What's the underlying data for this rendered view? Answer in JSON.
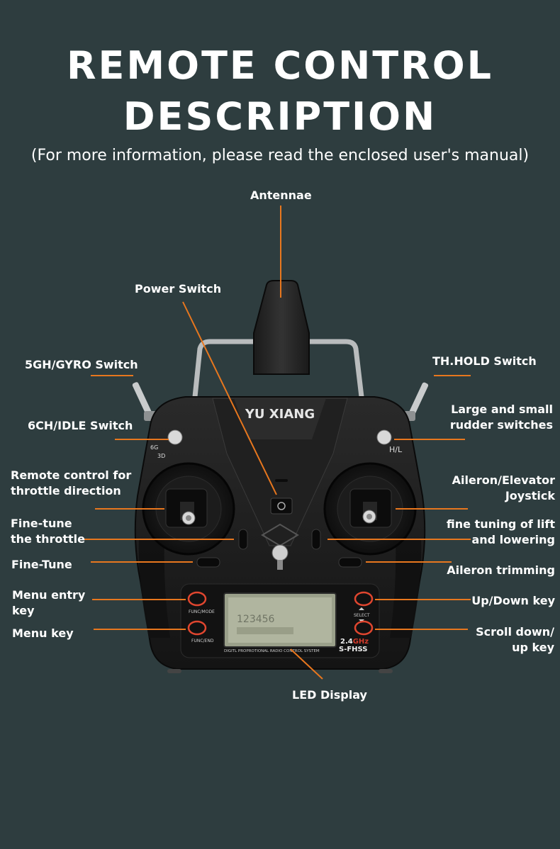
{
  "header": {
    "title_line1": "REMOTE CONTROL",
    "title_line2": "DESCRIPTION",
    "subtitle": "(For more information, please read the enclosed user's manual)"
  },
  "device": {
    "brand": "YU XIANG",
    "switch_6g": "6G",
    "switch_3d": "3D",
    "switch_hl": "H/L",
    "key_func_mode": "FUNC/MODE",
    "key_func_end": "FUNC/END",
    "key_select": "SELECT",
    "band": "2.4GHz",
    "band_num": "2.4",
    "band_unit": "GHz",
    "protocol": "S-FHSS",
    "footer": "DIGITL PROPROTIONAL RADIO CONTROL SYSTEM",
    "lcd_digits": "123456"
  },
  "labels": {
    "antennae": "Antennae",
    "power_switch": "Power Switch",
    "gyro_switch": "5GH/GYRO Switch",
    "th_hold": "TH.HOLD Switch",
    "idle_switch": "6CH/IDLE Switch",
    "rudder_switches_1": "Large and small",
    "rudder_switches_2": "rudder switches",
    "throttle_dir_1": "Remote control for",
    "throttle_dir_2": "throttle direction",
    "aileron_joy_1": "Aileron/Elevator",
    "aileron_joy_2": "Joystick",
    "finetune_throttle_1": "Fine-tune",
    "finetune_throttle_2": "the throttle",
    "finetune_lift_1": "fine tuning of lift",
    "finetune_lift_2": "and lowering",
    "finetune": "Fine-Tune",
    "aileron_trim": "Aileron trimming",
    "menu_entry_1": "Menu entry",
    "menu_entry_2": "key",
    "updown": "Up/Down key",
    "menu_key": "Menu key",
    "scroll_1": "Scroll down/",
    "scroll_2": "up key",
    "led_display": "LED Display"
  },
  "colors": {
    "background": "#2e3d3f",
    "leader_line": "#e8771e",
    "body": "#1b1b1b",
    "lcd": "#9aa08a"
  }
}
